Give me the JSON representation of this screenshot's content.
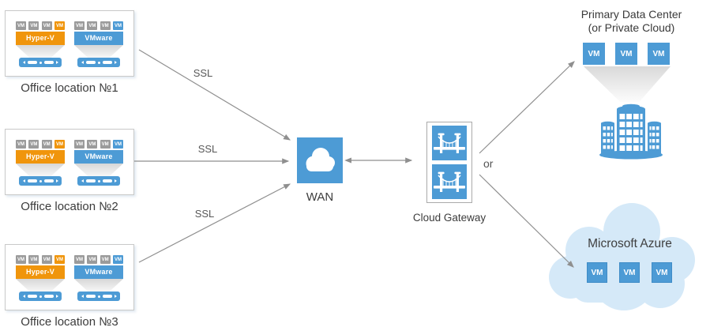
{
  "labels": {
    "vm": "VM",
    "ssl": "SSL",
    "or": "or"
  },
  "offices": [
    {
      "label": "Office location №1"
    },
    {
      "label": "Office location №2"
    },
    {
      "label": "Office location №3"
    }
  ],
  "hypervisors": {
    "hyperv": "Hyper-V",
    "vmware": "VMware"
  },
  "wan": {
    "label": "WAN"
  },
  "gateway": {
    "label": "Cloud Gateway"
  },
  "primary_dc": {
    "line1": "Primary Data Center",
    "line2": "(or Private Cloud)"
  },
  "azure": {
    "label": "Microsoft Azure"
  },
  "colors": {
    "blue": "#4D9BD5",
    "orange": "#F0950C",
    "vm_gray": "#9B9B9B",
    "azure_cloud": "#D5E9F8",
    "arrow": "#8F8F8F"
  }
}
